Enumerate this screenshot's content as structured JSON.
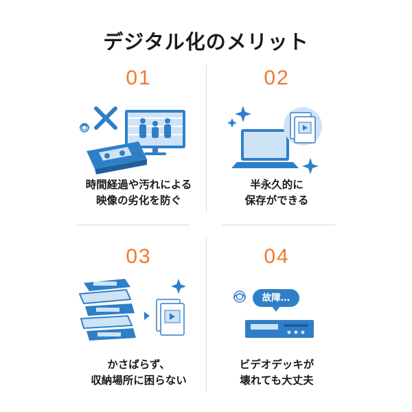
{
  "title": "デジタル化のメリット",
  "colors": {
    "accent_number": "#ee7a2c",
    "illustration_blue": "#2f7fc8",
    "light_blue": "#cfe3f6"
  },
  "items": [
    {
      "number": "01",
      "line1": "時間経過や汚れによる",
      "line2": "映像の劣化を防ぐ",
      "icons": [
        "x-mark-icon",
        "tv-icon",
        "videotape-icon",
        "smudge-icon"
      ]
    },
    {
      "number": "02",
      "line1": "半永久的に",
      "line2": "保存ができる",
      "icons": [
        "laptop-icon",
        "video-file-icon",
        "sparkle-icon"
      ]
    },
    {
      "number": "03",
      "line1": "かさばらず、",
      "line2": "収納場所に困らない",
      "icons": [
        "tape-stack-icon",
        "arrow-right-icon",
        "video-file-icon",
        "sparkle-icon"
      ]
    },
    {
      "number": "04",
      "line1": "ビデオデッキが",
      "line2": "壊れても大丈夫",
      "icons": [
        "video-deck-icon",
        "speech-bubble-icon",
        "smudge-icon"
      ],
      "bubble": "故障…"
    }
  ]
}
